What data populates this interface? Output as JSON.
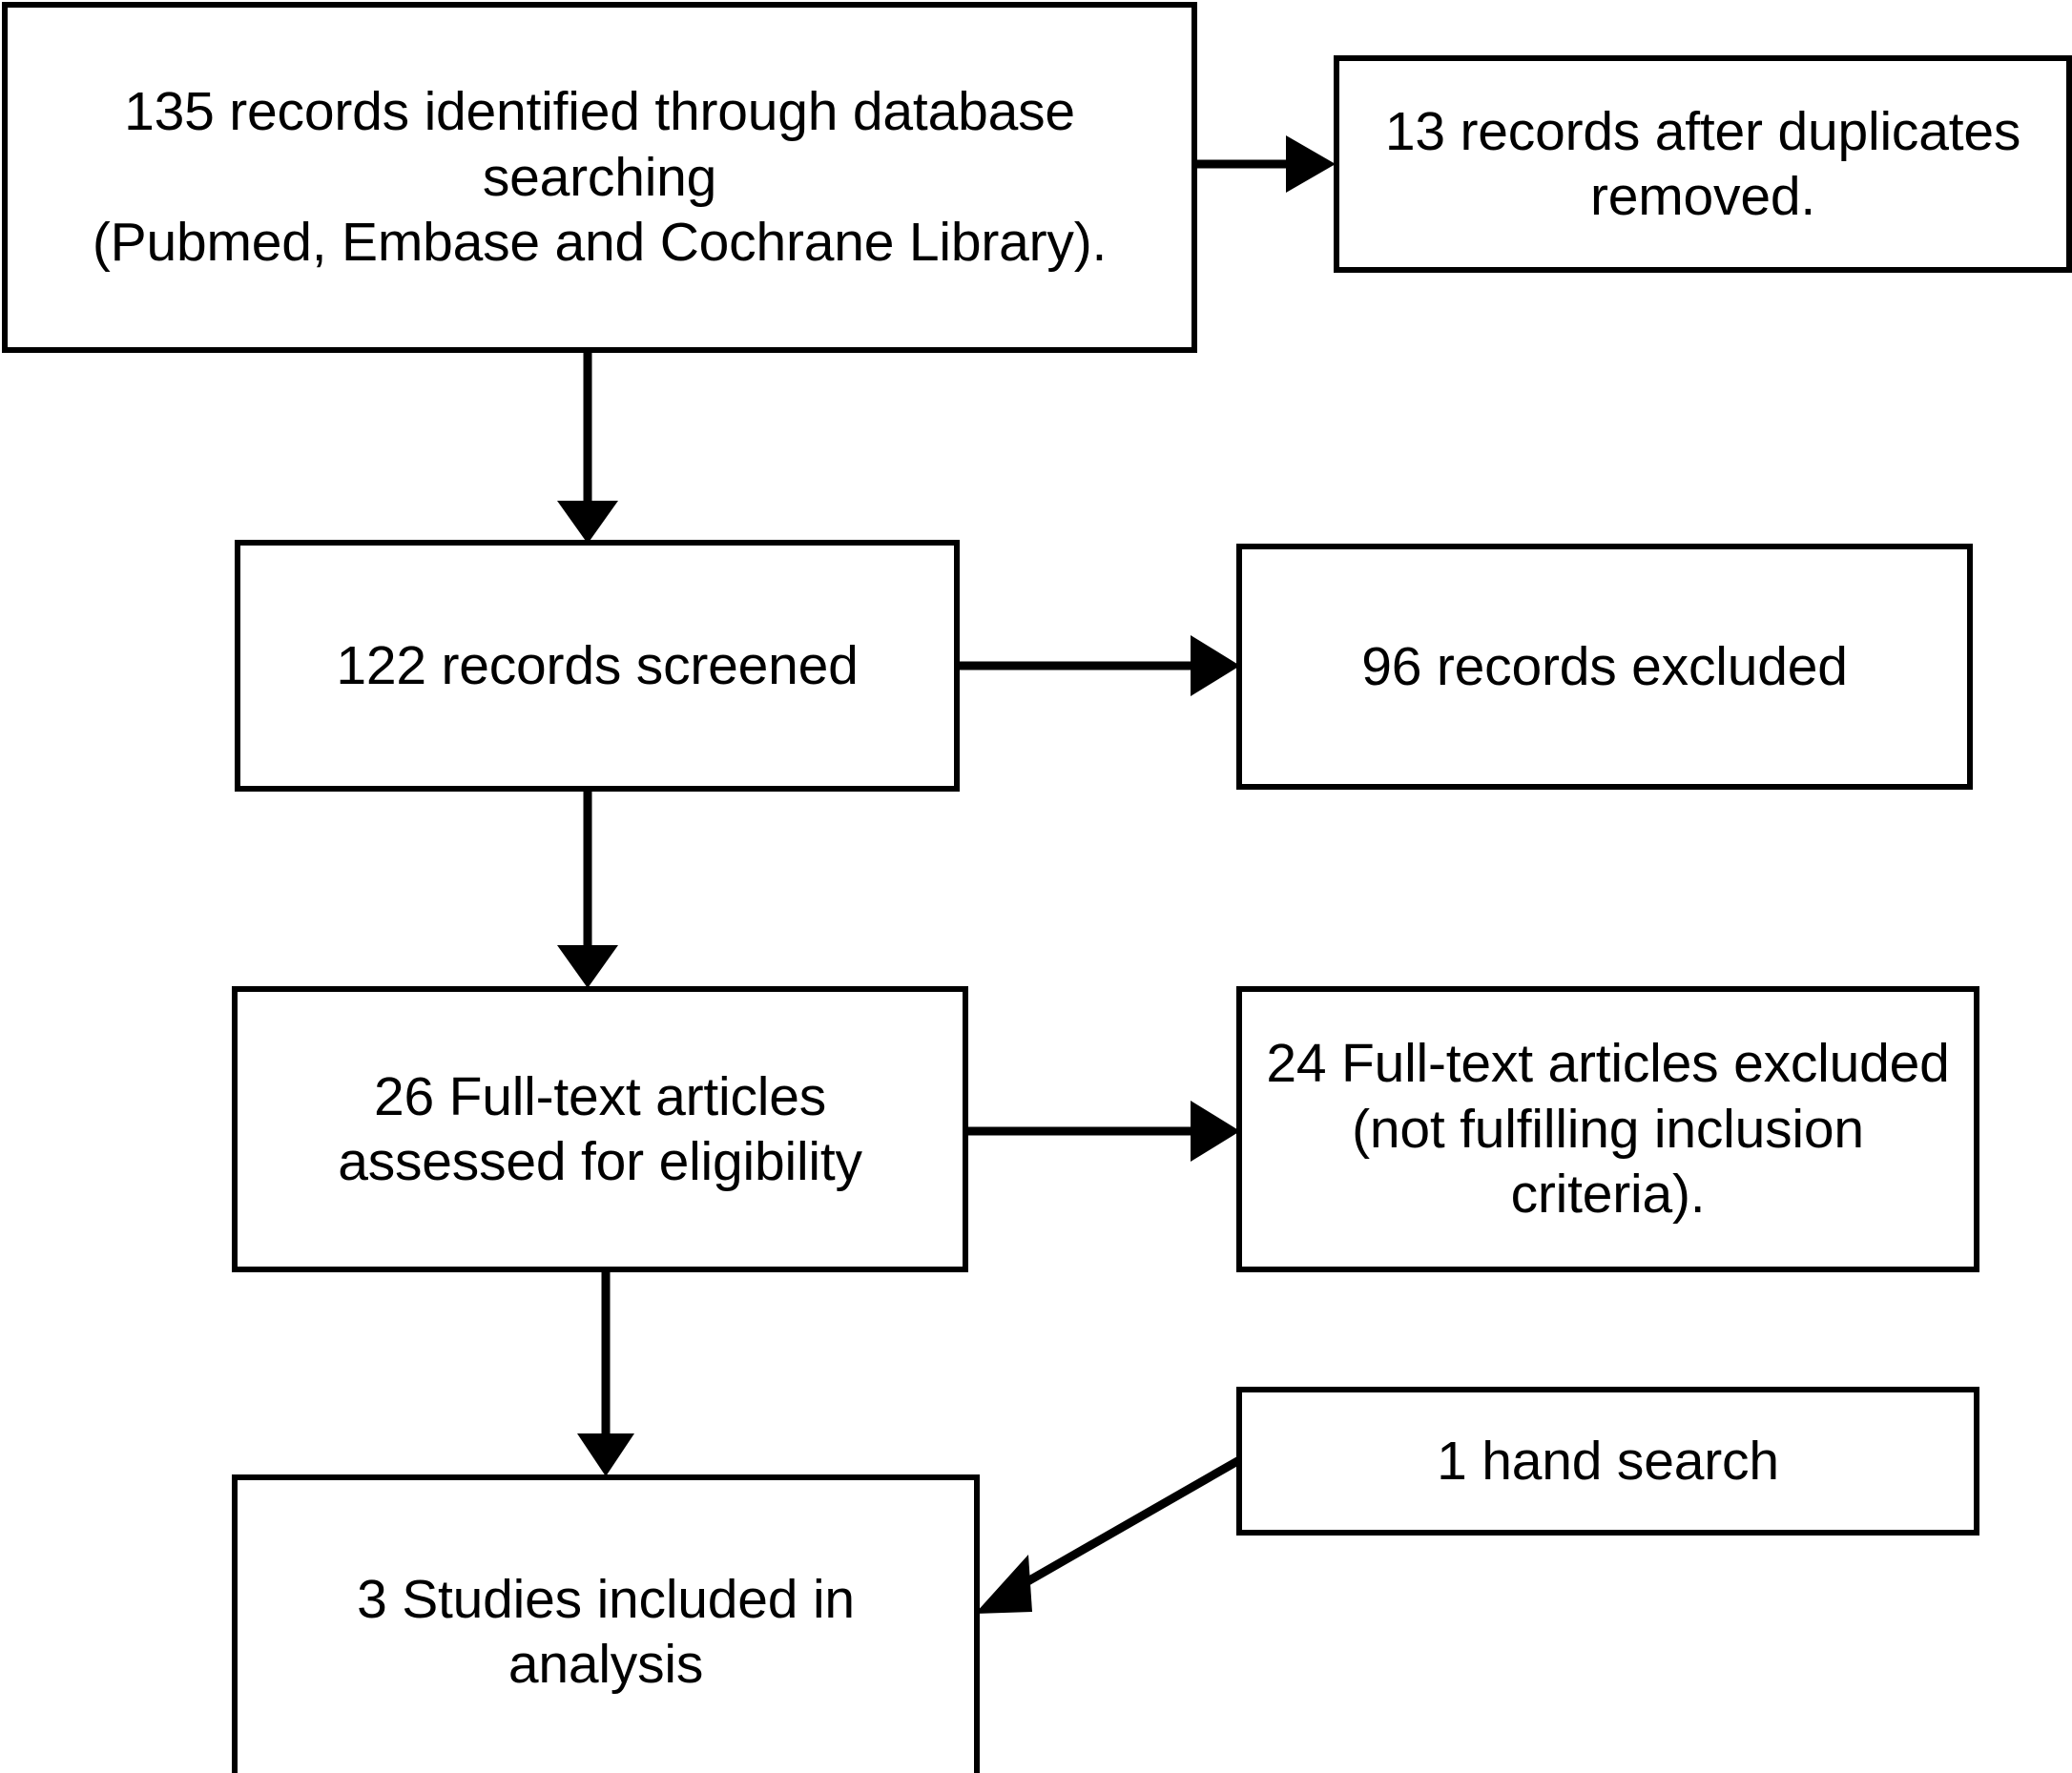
{
  "diagram": {
    "type": "prisma-flow-diagram",
    "title": "PRISMA study selection flow diagram",
    "background_color": "#FFFFFF",
    "line_color": "#000000",
    "text_color": "#000000"
  },
  "nodes": {
    "identified": {
      "id": "records-identified",
      "label": "135 records identified through database searching\n(Pubmed, Embase and Cochrane Library).",
      "count": 135
    },
    "duplicates": {
      "id": "records-after-duplicates-removed",
      "label": "13  records after duplicates removed.",
      "count": 13
    },
    "screened": {
      "id": "records-screened",
      "label": "122 records screened",
      "count": 122
    },
    "excluded_records": {
      "id": "records-excluded",
      "label": "96 records excluded",
      "count": 96
    },
    "fulltext_assessed": {
      "id": "full-text-articles-assessed",
      "label": "26 Full-text articles assessed for eligibility",
      "count": 26
    },
    "fulltext_excluded": {
      "id": "full-text-articles-excluded",
      "label": "24 Full-text articles excluded (not fulfilling inclusion criteria).",
      "count": 24
    },
    "hand_search": {
      "id": "hand-search",
      "label": "1 hand search",
      "count": 1
    },
    "included": {
      "id": "studies-included-in-analysis",
      "label": "3 Studies included in analysis",
      "count": 3
    }
  },
  "edges": [
    {
      "id": "edge-identified-to-duplicates",
      "from": "identified",
      "to": "duplicates",
      "direction": "right",
      "style": "solid-arrow"
    },
    {
      "id": "edge-identified-to-screened",
      "from": "identified",
      "to": "screened",
      "direction": "down",
      "style": "solid-arrow"
    },
    {
      "id": "edge-screened-to-excluded",
      "from": "screened",
      "to": "excluded_records",
      "direction": "right",
      "style": "solid-arrow"
    },
    {
      "id": "edge-screened-to-fulltext",
      "from": "screened",
      "to": "fulltext_assessed",
      "direction": "down",
      "style": "solid-arrow"
    },
    {
      "id": "edge-fulltext-to-excluded",
      "from": "fulltext_assessed",
      "to": "fulltext_excluded",
      "direction": "right",
      "style": "solid-arrow"
    },
    {
      "id": "edge-fulltext-to-included",
      "from": "fulltext_assessed",
      "to": "included",
      "direction": "down",
      "style": "solid-arrow"
    },
    {
      "id": "edge-handsearch-to-included",
      "from": "hand_search",
      "to": "included",
      "direction": "diagonal-down-left",
      "style": "solid-arrow"
    }
  ]
}
